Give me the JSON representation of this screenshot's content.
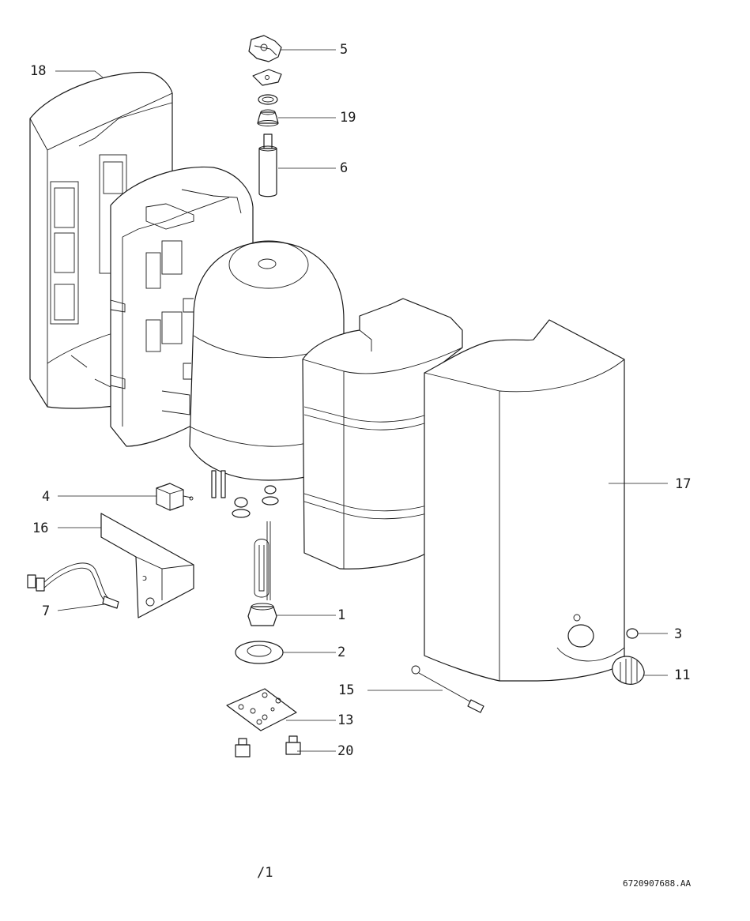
{
  "diagram": {
    "callouts": [
      {
        "id": "18",
        "label": "18"
      },
      {
        "id": "5",
        "label": "5"
      },
      {
        "id": "19",
        "label": "19"
      },
      {
        "id": "6",
        "label": "6"
      },
      {
        "id": "17",
        "label": "17"
      },
      {
        "id": "4",
        "label": "4"
      },
      {
        "id": "16",
        "label": "16"
      },
      {
        "id": "7",
        "label": "7"
      },
      {
        "id": "1",
        "label": "1"
      },
      {
        "id": "2",
        "label": "2"
      },
      {
        "id": "3",
        "label": "3"
      },
      {
        "id": "11",
        "label": "11"
      },
      {
        "id": "15",
        "label": "15"
      },
      {
        "id": "13",
        "label": "13"
      },
      {
        "id": "20",
        "label": "20"
      }
    ],
    "page_marker": "/1",
    "drawing_code": "6720907688.AA"
  }
}
